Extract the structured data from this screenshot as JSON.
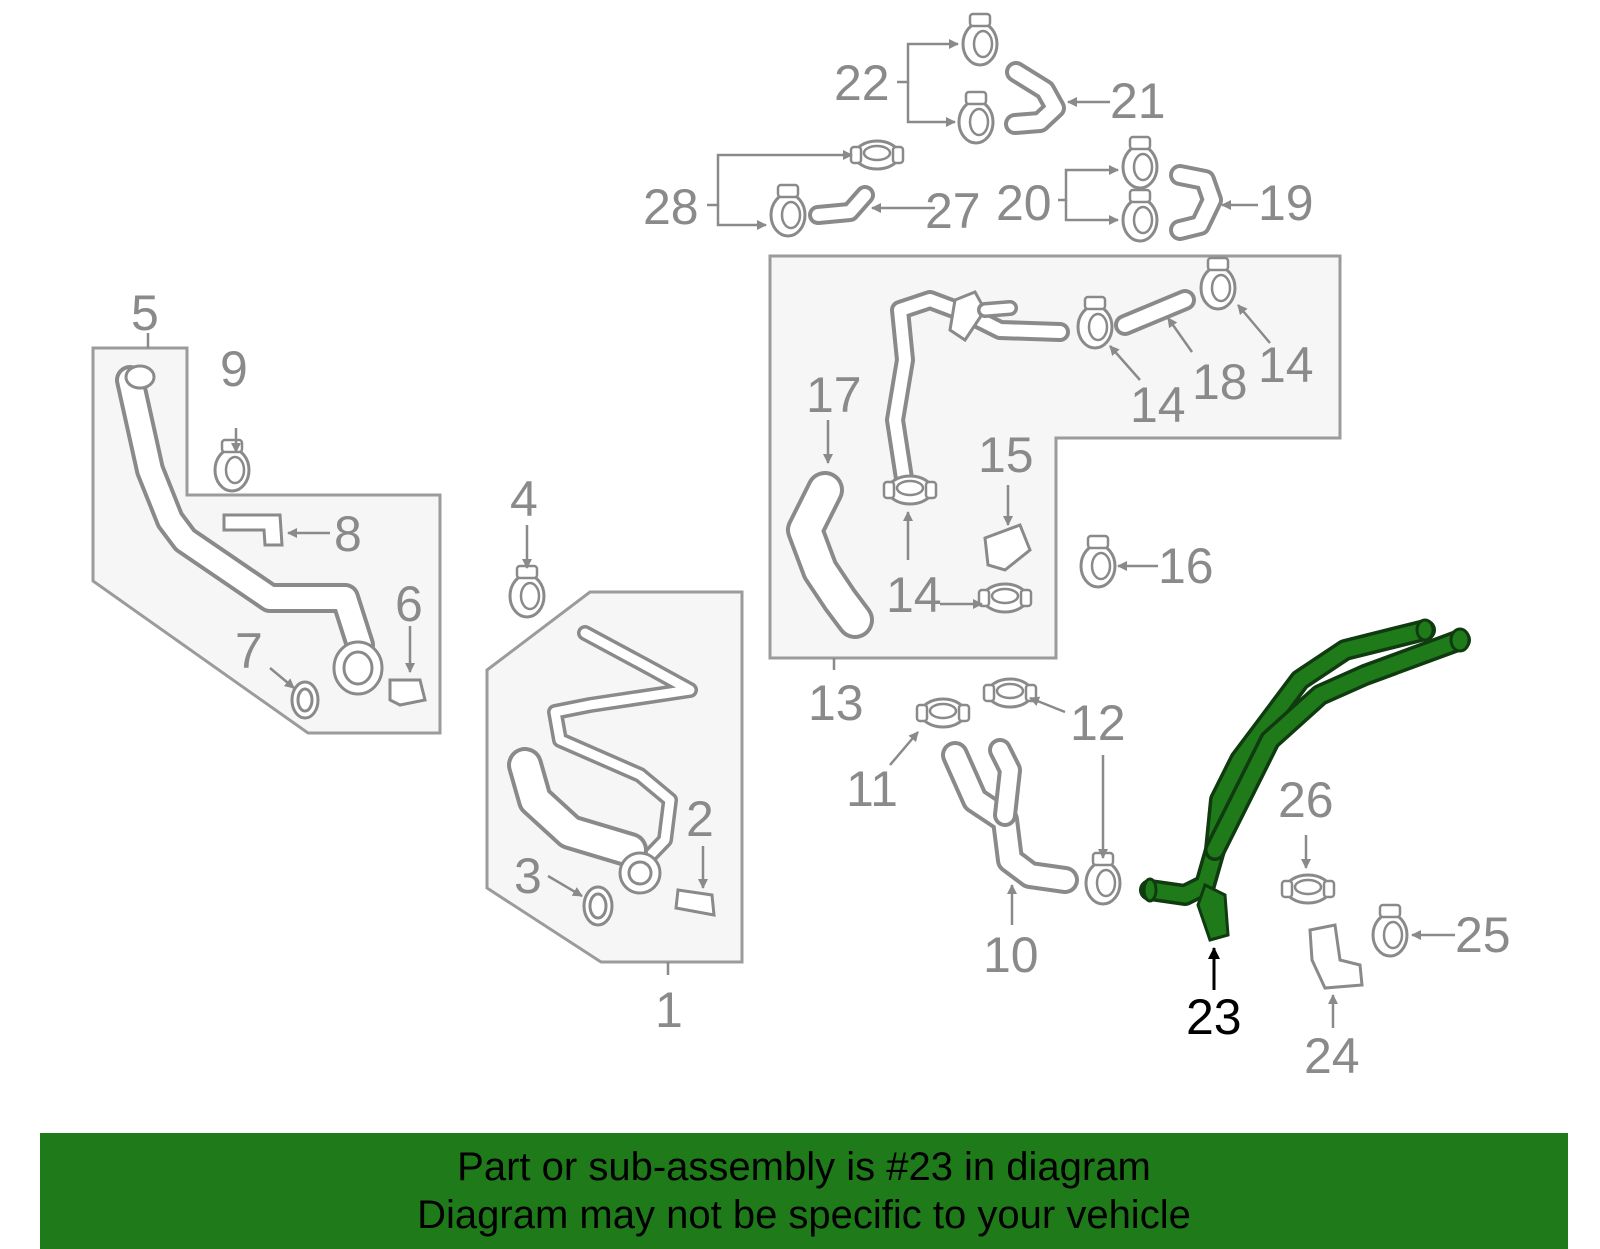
{
  "diagram": {
    "highlight_color": "#1f7a1a",
    "highlighted_part": "23",
    "callouts": [
      "1",
      "2",
      "3",
      "4",
      "5",
      "6",
      "7",
      "8",
      "9",
      "10",
      "11",
      "12",
      "13",
      "14",
      "14",
      "14",
      "14",
      "15",
      "16",
      "17",
      "18",
      "19",
      "20",
      "21",
      "22",
      "23",
      "24",
      "25",
      "26",
      "27",
      "28"
    ]
  },
  "banner": {
    "line1": "Part or sub-assembly is #23 in diagram",
    "line2": "Diagram may not be specific to your vehicle",
    "background": "#1f7a1a"
  }
}
